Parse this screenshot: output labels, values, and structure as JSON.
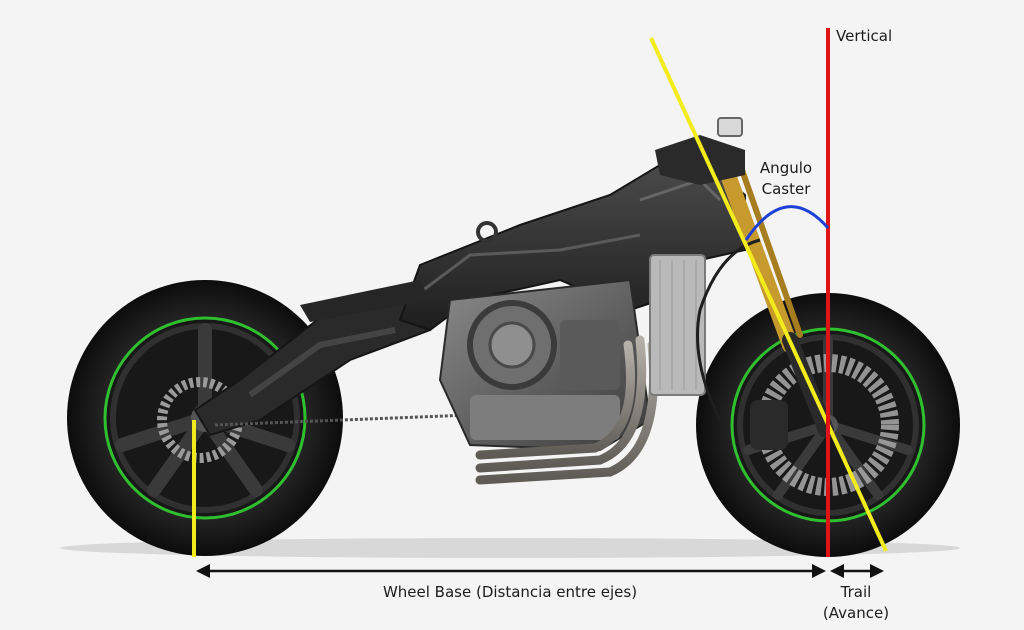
{
  "labels": {
    "vertical": "Vertical",
    "caster_line1": "Angulo",
    "caster_line2": "Caster",
    "wheelbase": "Wheel Base (Distancia entre ejes)",
    "trail_line1": "Trail",
    "trail_line2": "(Avance)"
  },
  "colors": {
    "steering_axis": "#f2ec1c",
    "vertical_line": "#e01414",
    "caster_arc": "#1c3fd6",
    "dimension_arrows": "#111111",
    "wheel_accent": "#2fbf2f",
    "fork_gold": "#c79a2e"
  },
  "icons": {
    "motorcycle": "motorcycle-chassis-illustration",
    "arrow": "double-headed-arrow"
  }
}
